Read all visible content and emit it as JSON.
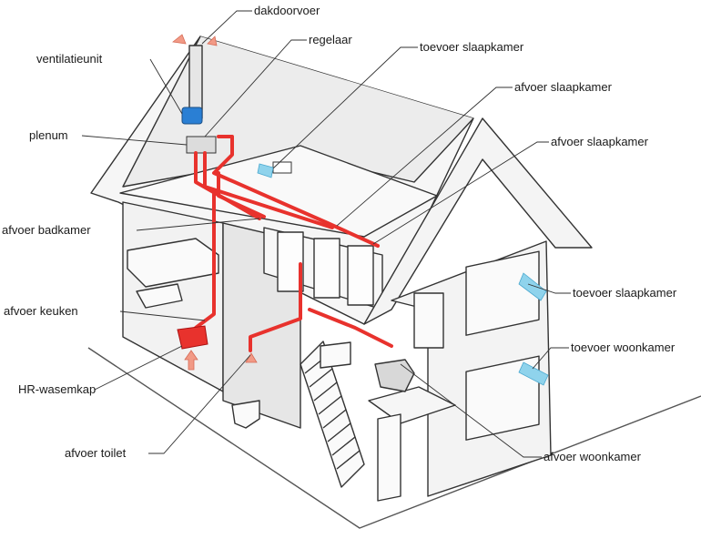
{
  "labels": {
    "dakdoorvoer": "dakdoorvoer",
    "ventilatieunit": "ventilatieunit",
    "regelaar": "regelaar",
    "toevoer_slaapkamer_1": "toevoer slaapkamer",
    "afvoer_slaapkamer_1": "afvoer slaapkamer",
    "plenum": "plenum",
    "afvoer_slaapkamer_2": "afvoer slaapkamer",
    "afvoer_badkamer": "afvoer badkamer",
    "toevoer_slaapkamer_2": "toevoer slaapkamer",
    "afvoer_keuken": "afvoer keuken",
    "toevoer_woonkamer": "toevoer woonkamer",
    "hr_wasemkap": "HR-wasemkap",
    "afvoer_woonkamer": "afvoer woonkamer",
    "afvoer_toilet": "afvoer toilet"
  },
  "colors": {
    "duct_exhaust": "#e8322d",
    "duct_supply": "#8fd3ec",
    "unit_blue": "#2a7fd4",
    "line": "#333333",
    "wall_fill": "#f2f2f2",
    "wall_shade": "#d9d9d9"
  }
}
